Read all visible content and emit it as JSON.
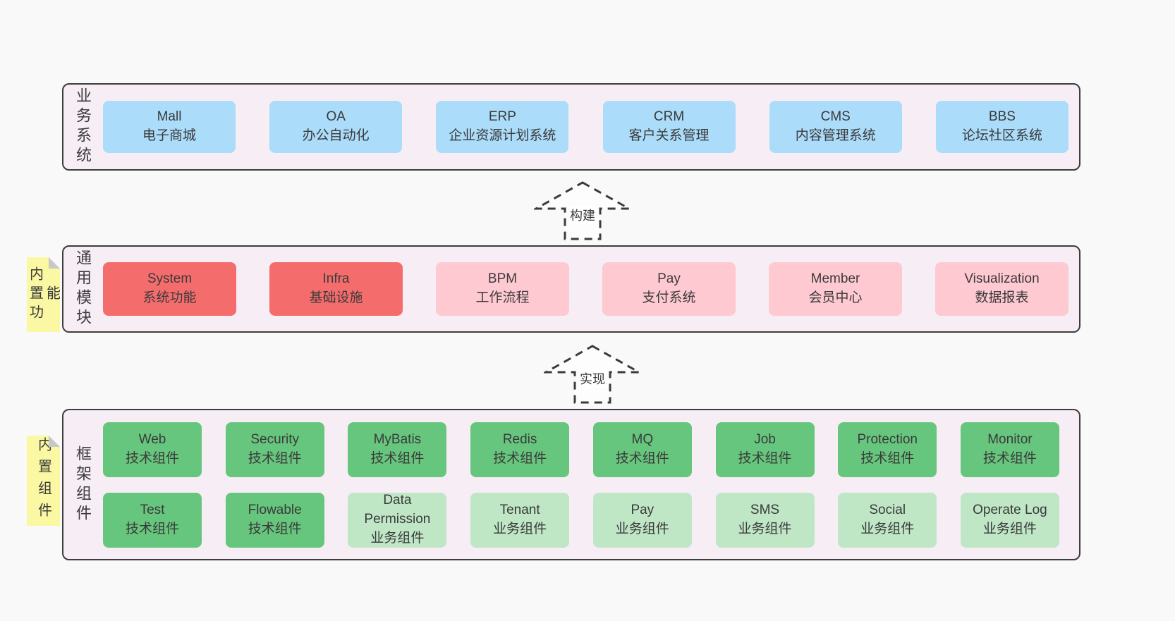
{
  "colors": {
    "page_bg": "#f9f9f9",
    "band_bg": "#f7edf5",
    "band_border": "#3d3d3d",
    "box_blue": "#abdcfa",
    "box_red": "#f56c6c",
    "box_pink": "#ffc9d2",
    "box_green": "#67c67d",
    "box_light_green": "#bfe7c6",
    "tag_yellow": "#faf8a2",
    "tag_fold_gray": "#c8c8c8",
    "text": "#3a3a3a"
  },
  "bands": {
    "business": {
      "label": "业务系统",
      "boxes": [
        {
          "title": "Mall",
          "subtitle": "电子商城"
        },
        {
          "title": "OA",
          "subtitle": "办公自动化"
        },
        {
          "title": "ERP",
          "subtitle": "企业资源计划系统"
        },
        {
          "title": "CRM",
          "subtitle": "客户关系管理"
        },
        {
          "title": "CMS",
          "subtitle": "内容管理系统"
        },
        {
          "title": "BBS",
          "subtitle": "论坛社区系统"
        }
      ]
    },
    "modules": {
      "label": "通用模块",
      "tag": "内置功能",
      "boxes": [
        {
          "title": "System",
          "subtitle": "系统功能"
        },
        {
          "title": "Infra",
          "subtitle": "基础设施"
        },
        {
          "title": "BPM",
          "subtitle": "工作流程"
        },
        {
          "title": "Pay",
          "subtitle": "支付系统"
        },
        {
          "title": "Member",
          "subtitle": "会员中心"
        },
        {
          "title": "Visualization",
          "subtitle": "数据报表"
        }
      ]
    },
    "components": {
      "label": "框架组件",
      "tag": "内置组件",
      "row1": [
        {
          "title": "Web",
          "subtitle": "技术组件"
        },
        {
          "title": "Security",
          "subtitle": "技术组件"
        },
        {
          "title": "MyBatis",
          "subtitle": "技术组件"
        },
        {
          "title": "Redis",
          "subtitle": "技术组件"
        },
        {
          "title": "MQ",
          "subtitle": "技术组件"
        },
        {
          "title": "Job",
          "subtitle": "技术组件"
        },
        {
          "title": "Protection",
          "subtitle": "技术组件"
        },
        {
          "title": "Monitor",
          "subtitle": "技术组件"
        }
      ],
      "row2": [
        {
          "title": "Test",
          "subtitle": "技术组件"
        },
        {
          "title": "Flowable",
          "subtitle": "技术组件"
        },
        {
          "title": "Data Permission",
          "subtitle": "业务组件"
        },
        {
          "title": "Tenant",
          "subtitle": "业务组件"
        },
        {
          "title": "Pay",
          "subtitle": "业务组件"
        },
        {
          "title": "SMS",
          "subtitle": "业务组件"
        },
        {
          "title": "Social",
          "subtitle": "业务组件"
        },
        {
          "title": "Operate Log",
          "subtitle": "业务组件"
        }
      ]
    }
  },
  "arrows": {
    "build": {
      "label": "构建"
    },
    "implement": {
      "label": "实现"
    }
  }
}
